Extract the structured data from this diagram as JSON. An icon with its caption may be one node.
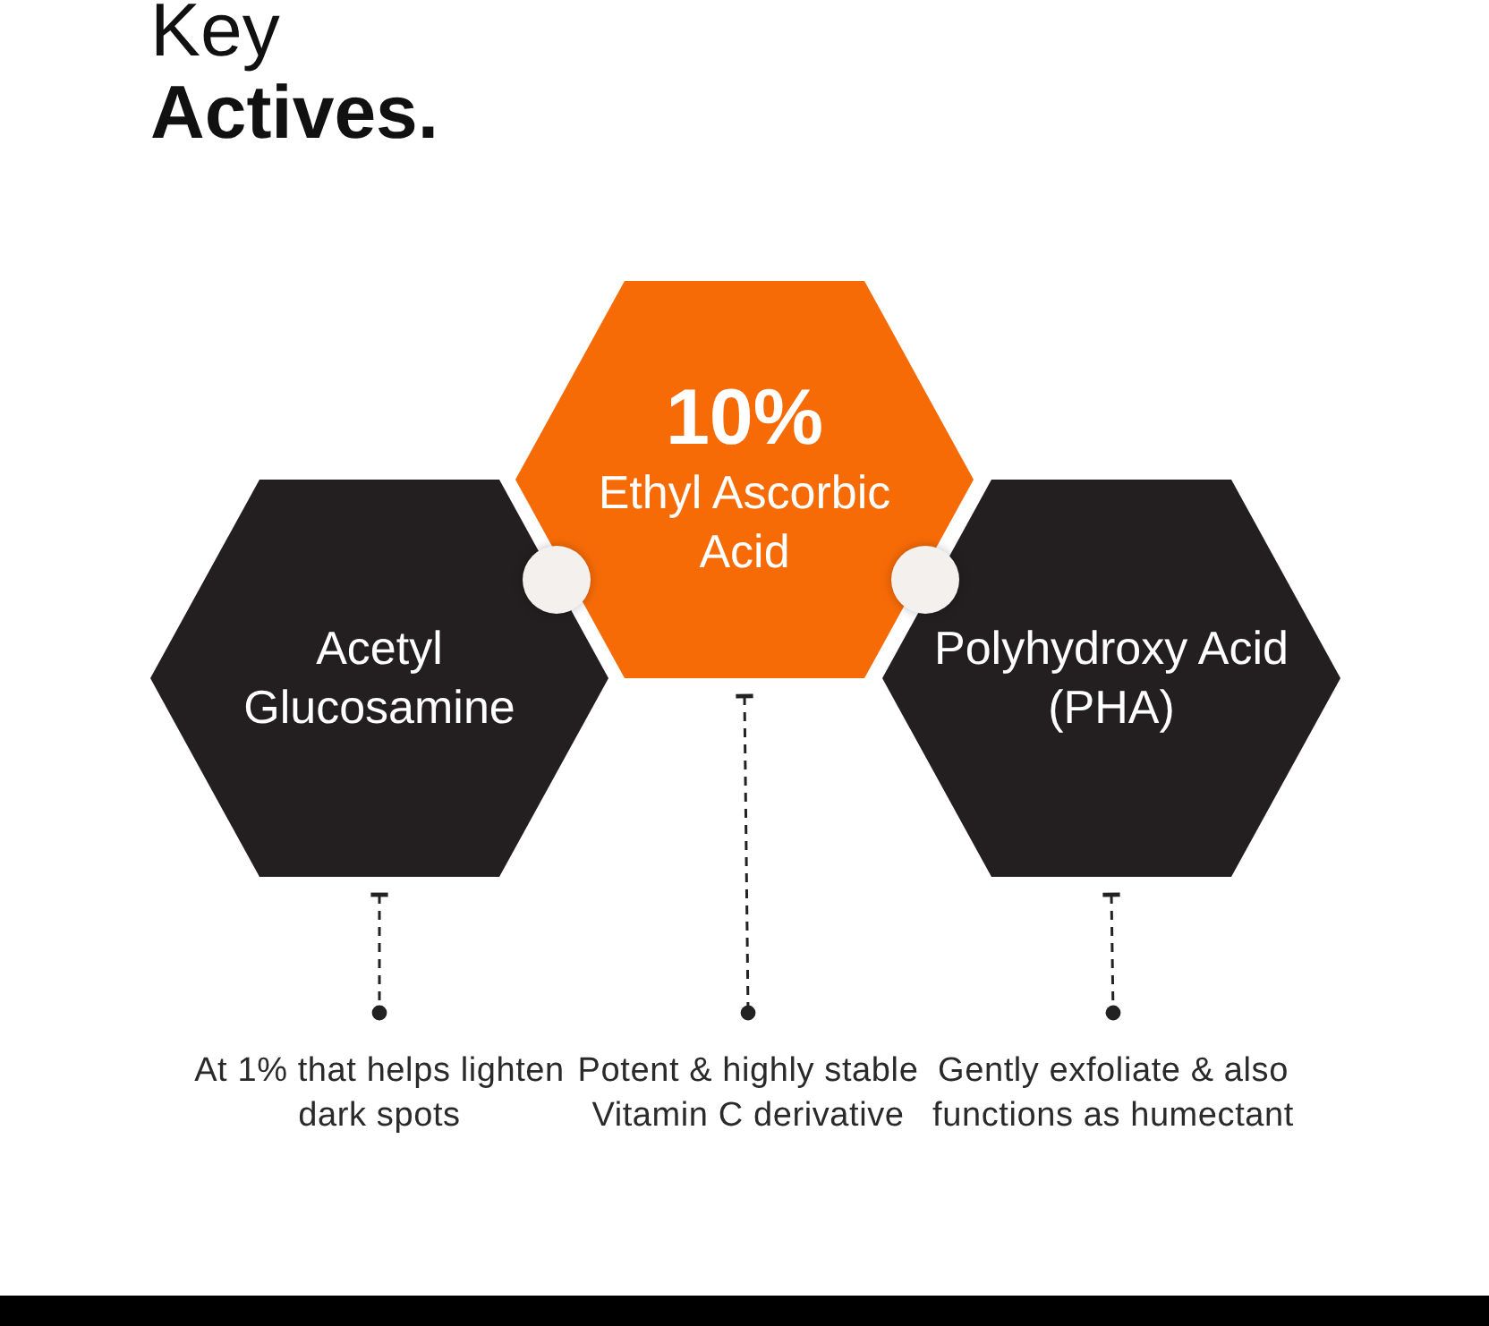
{
  "diagram": {
    "title": "Key **Actives.**",
    "nodes": [
      {
        "text": [
          "Acetyl Glucosamine"
        ]
      },
      {
        "text": [
          "10%",
          "Ethyl Ascorbic Acid"
        ]
      },
      {
        "text": [
          "Polyhydroxy Acid (PHA)"
        ]
      },
      {
        "text": [
          "At 1% that helps lighten dark spots"
        ]
      },
      {
        "text": [
          "Potent & highly stable Vitamin C derivative"
        ]
      },
      {
        "text": [
          "Gently exfoliate & also functions as humectant"
        ]
      }
    ],
    "edges": [
      {
        "from": 0,
        "to": 3,
        "arrow": "other",
        "style": "dashed"
      },
      {
        "from": 1,
        "to": 4,
        "arrow": "other",
        "style": "dashed"
      },
      {
        "from": 2,
        "to": 5,
        "arrow": "other",
        "style": "dashed"
      }
    ]
  }
}
